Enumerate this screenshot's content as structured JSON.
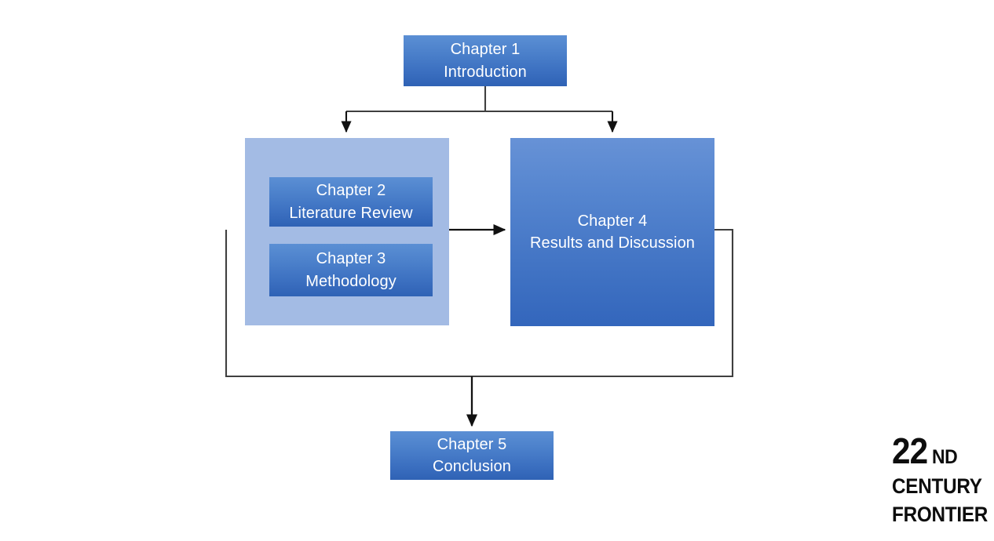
{
  "diagram": {
    "title": "Thesis chapter structure flowchart",
    "nodes": {
      "chapter1": {
        "label": "Chapter 1\nIntroduction"
      },
      "chapter2": {
        "label": "Chapter 2\nLiterature Review"
      },
      "chapter3": {
        "label": "Chapter 3\nMethodology"
      },
      "chapter4": {
        "label": "Chapter 4\nResults and Discussion"
      },
      "chapter5": {
        "label": "Chapter 5\nConclusion"
      }
    },
    "colors": {
      "node_fill_top": "#5b8fd4",
      "node_fill_bottom": "#2f62b5",
      "group_fill": "#a3bbe4",
      "connector": "#3f3f3f",
      "node_text": "#ffffff",
      "background": "#ffffff",
      "logo_text": "#0d0d0d"
    },
    "connectors": [
      {
        "name": "chapter1-to-group23",
        "from": "chapter1",
        "to": "group-23",
        "style": "elbow-arrow"
      },
      {
        "name": "chapter1-to-chapter4",
        "from": "chapter1",
        "to": "chapter4",
        "style": "elbow-arrow"
      },
      {
        "name": "group23-to-chapter4",
        "from": "group-23",
        "to": "chapter4",
        "style": "straight-arrow"
      },
      {
        "name": "feedback-loop-to-chapter5",
        "from": "chapter4",
        "to": "chapter5",
        "style": "loop-elbow-arrow"
      }
    ]
  },
  "logo": {
    "number": "22",
    "ordinal": "ND",
    "word1": "CENTURY",
    "word2": "FRONTIER"
  }
}
